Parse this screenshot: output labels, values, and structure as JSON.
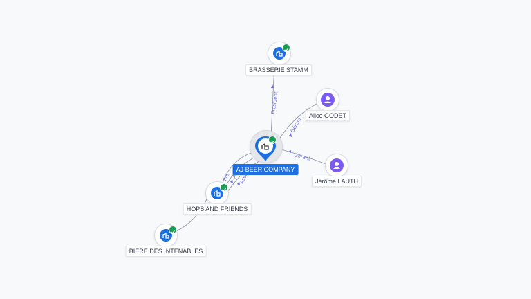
{
  "colors": {
    "company": "#1d6fe0",
    "person": "#7a5af0",
    "verified": "#1a9c56",
    "edge": "#8a93a6",
    "edge_label": "#6b6bd6",
    "main_label_bg": "#1f6fe0"
  },
  "nodes": {
    "main": {
      "label": "AJ BEER COMPANY",
      "icon": "building-icon",
      "verified": true
    },
    "brasserie": {
      "label": "BRASSERIE STAMM",
      "icon": "building-icon",
      "verified": true
    },
    "alice": {
      "label": "Alice GODET",
      "icon": "person-icon"
    },
    "jerome": {
      "label": "Jérôme LAUTH",
      "icon": "person-icon"
    },
    "hops": {
      "label": "HOPS AND FRIENDS",
      "icon": "building-icon",
      "verified": true
    },
    "biere": {
      "label": "BIERE DES INTENABLES",
      "icon": "building-icon",
      "verified": true
    }
  },
  "edges": {
    "brasserie_main": {
      "label": "Président"
    },
    "alice_main": {
      "label": "Gérant"
    },
    "jerome_main": {
      "label": "Gérant"
    },
    "hops_main_1": {
      "label": "Pré"
    },
    "hops_main_2": {
      "label": "Ass"
    },
    "hops_main_3": {
      "label": "Asso"
    }
  }
}
